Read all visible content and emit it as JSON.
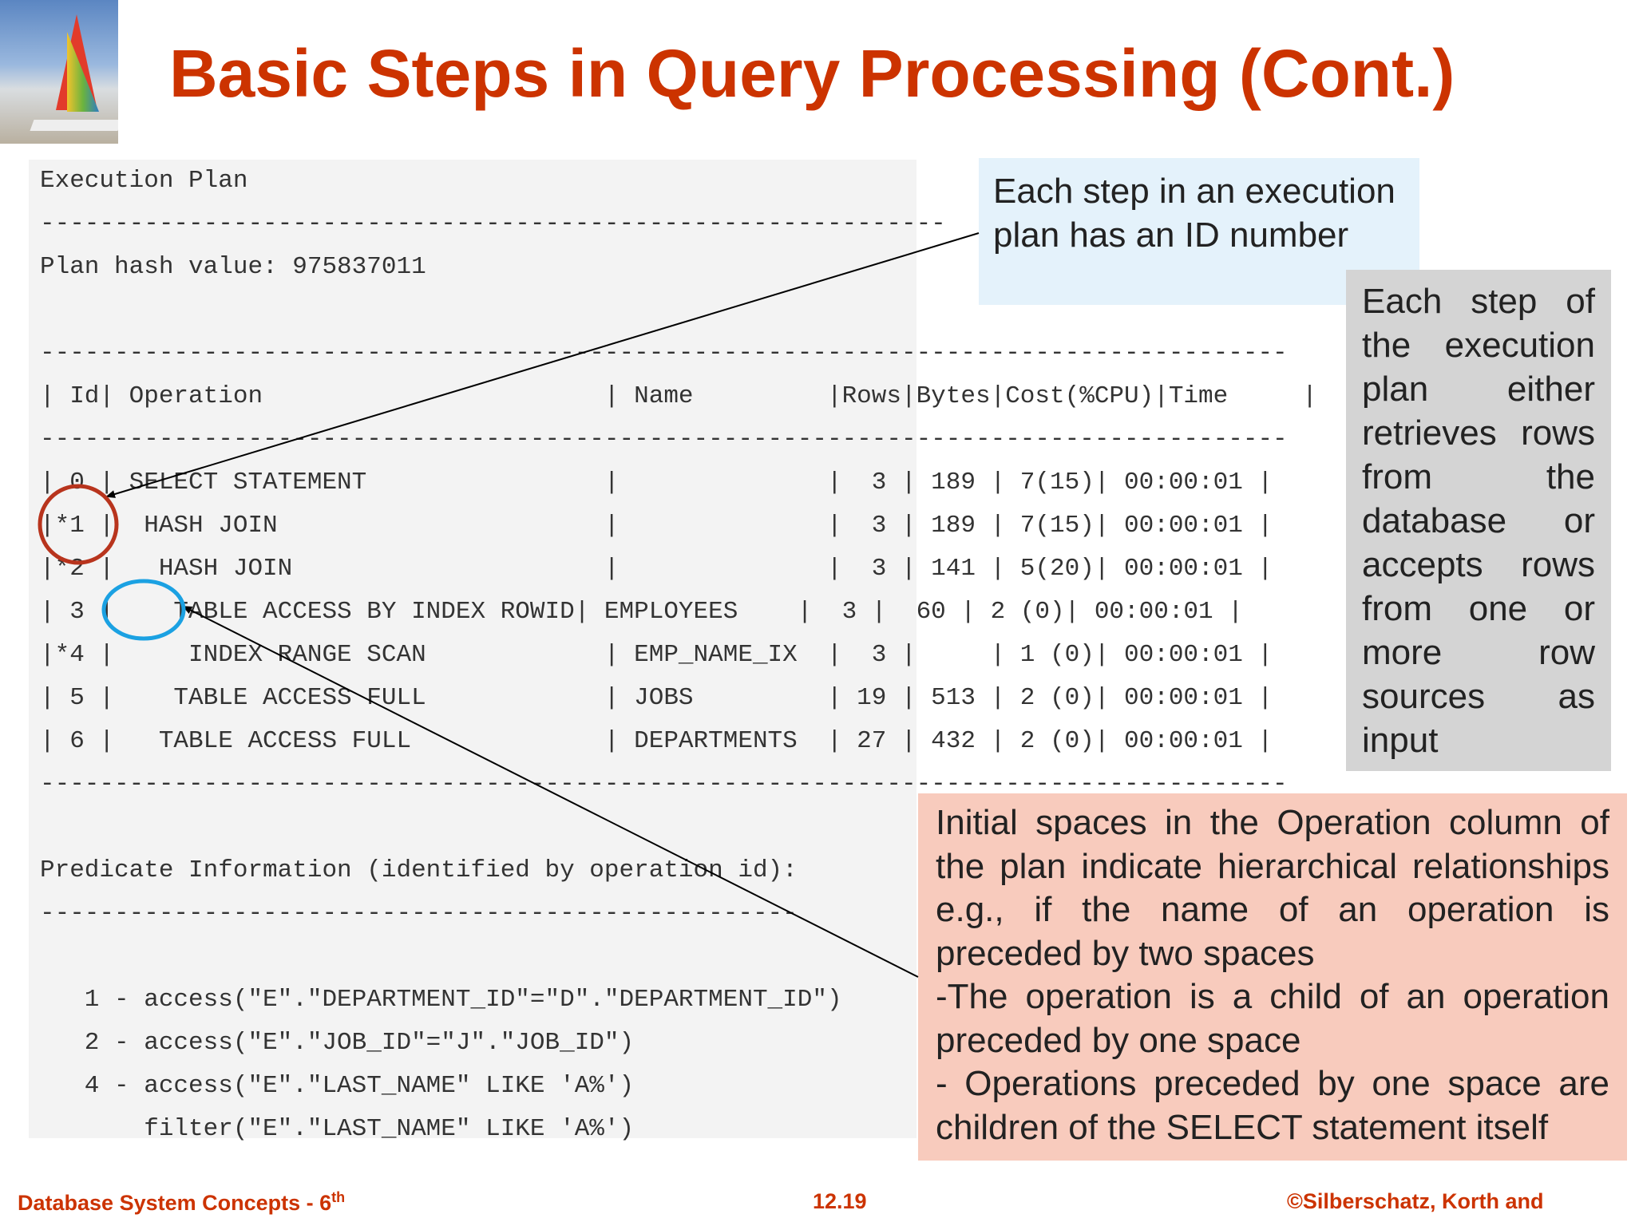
{
  "slide": {
    "title": "Basic Steps in Query Processing (Cont.)"
  },
  "plan": {
    "heading": "Execution Plan",
    "rule_short": "-------------------------------------------------------------",
    "hash_line": "Plan hash value: 975837011",
    "rule_long": "------------------------------------------------------------------------------------",
    "header_row": "| Id| Operation                       | Name         |Rows|Bytes|Cost(%CPU)|Time     |",
    "rows": [
      "| 0 | SELECT STATEMENT                |              |  3 | 189 | 7(15)| 00:00:01 |",
      "|*1 |  HASH JOIN                      |              |  3 | 189 | 7(15)| 00:00:01 |",
      "|*2 |   HASH JOIN                     |              |  3 | 141 | 5(20)| 00:00:01 |",
      "| 3 |    TABLE ACCESS BY INDEX ROWID| EMPLOYEES    |  3 |  60 | 2 (0)| 00:00:01 |",
      "|*4 |     INDEX RANGE SCAN            | EMP_NAME_IX  |  3 |     | 1 (0)| 00:00:01 |",
      "| 5 |    TABLE ACCESS FULL            | JOBS         | 19 | 513 | 2 (0)| 00:00:01 |",
      "| 6 |   TABLE ACCESS FULL             | DEPARTMENTS  | 27 | 432 | 2 (0)| 00:00:01 |"
    ],
    "predicate_heading": "Predicate Information (identified by operation id):",
    "rule_mid": "---------------------------------------------------",
    "predicates": [
      "   1 - access(\"E\".\"DEPARTMENT_ID\"=\"D\".\"DEPARTMENT_ID\")",
      "   2 - access(\"E\".\"JOB_ID\"=\"J\".\"JOB_ID\")",
      "   4 - access(\"E\".\"LAST_NAME\" LIKE 'A%')",
      "       filter(\"E\".\"LAST_NAME\" LIKE 'A%')"
    ]
  },
  "callouts": {
    "id_number": "Each step in an execution plan has an ID number",
    "retrieves": "Each step of the execution plan either retrieves rows from the database or accepts rows from one or more row sources as input",
    "spaces": [
      "Initial spaces in the Operation column of the plan indicate hierarchical relationships e.g., if the name of an operation is preceded by two spaces",
      "-The operation is a child of an operation preceded by one space",
      "- Operations preceded by one space are children of the SELECT statement itself"
    ]
  },
  "footer": {
    "left": "Database System Concepts - 6",
    "left_sup": "th",
    "center": "12.19",
    "right": "©Silberschatz, Korth and"
  },
  "colors": {
    "title": "#cc3300",
    "circle_red": "#b8341d",
    "circle_blue": "#1ba1e2",
    "box_blue": "#e4f2fb",
    "box_gray": "#d4d4d4",
    "box_red": "#f8cbbd"
  }
}
